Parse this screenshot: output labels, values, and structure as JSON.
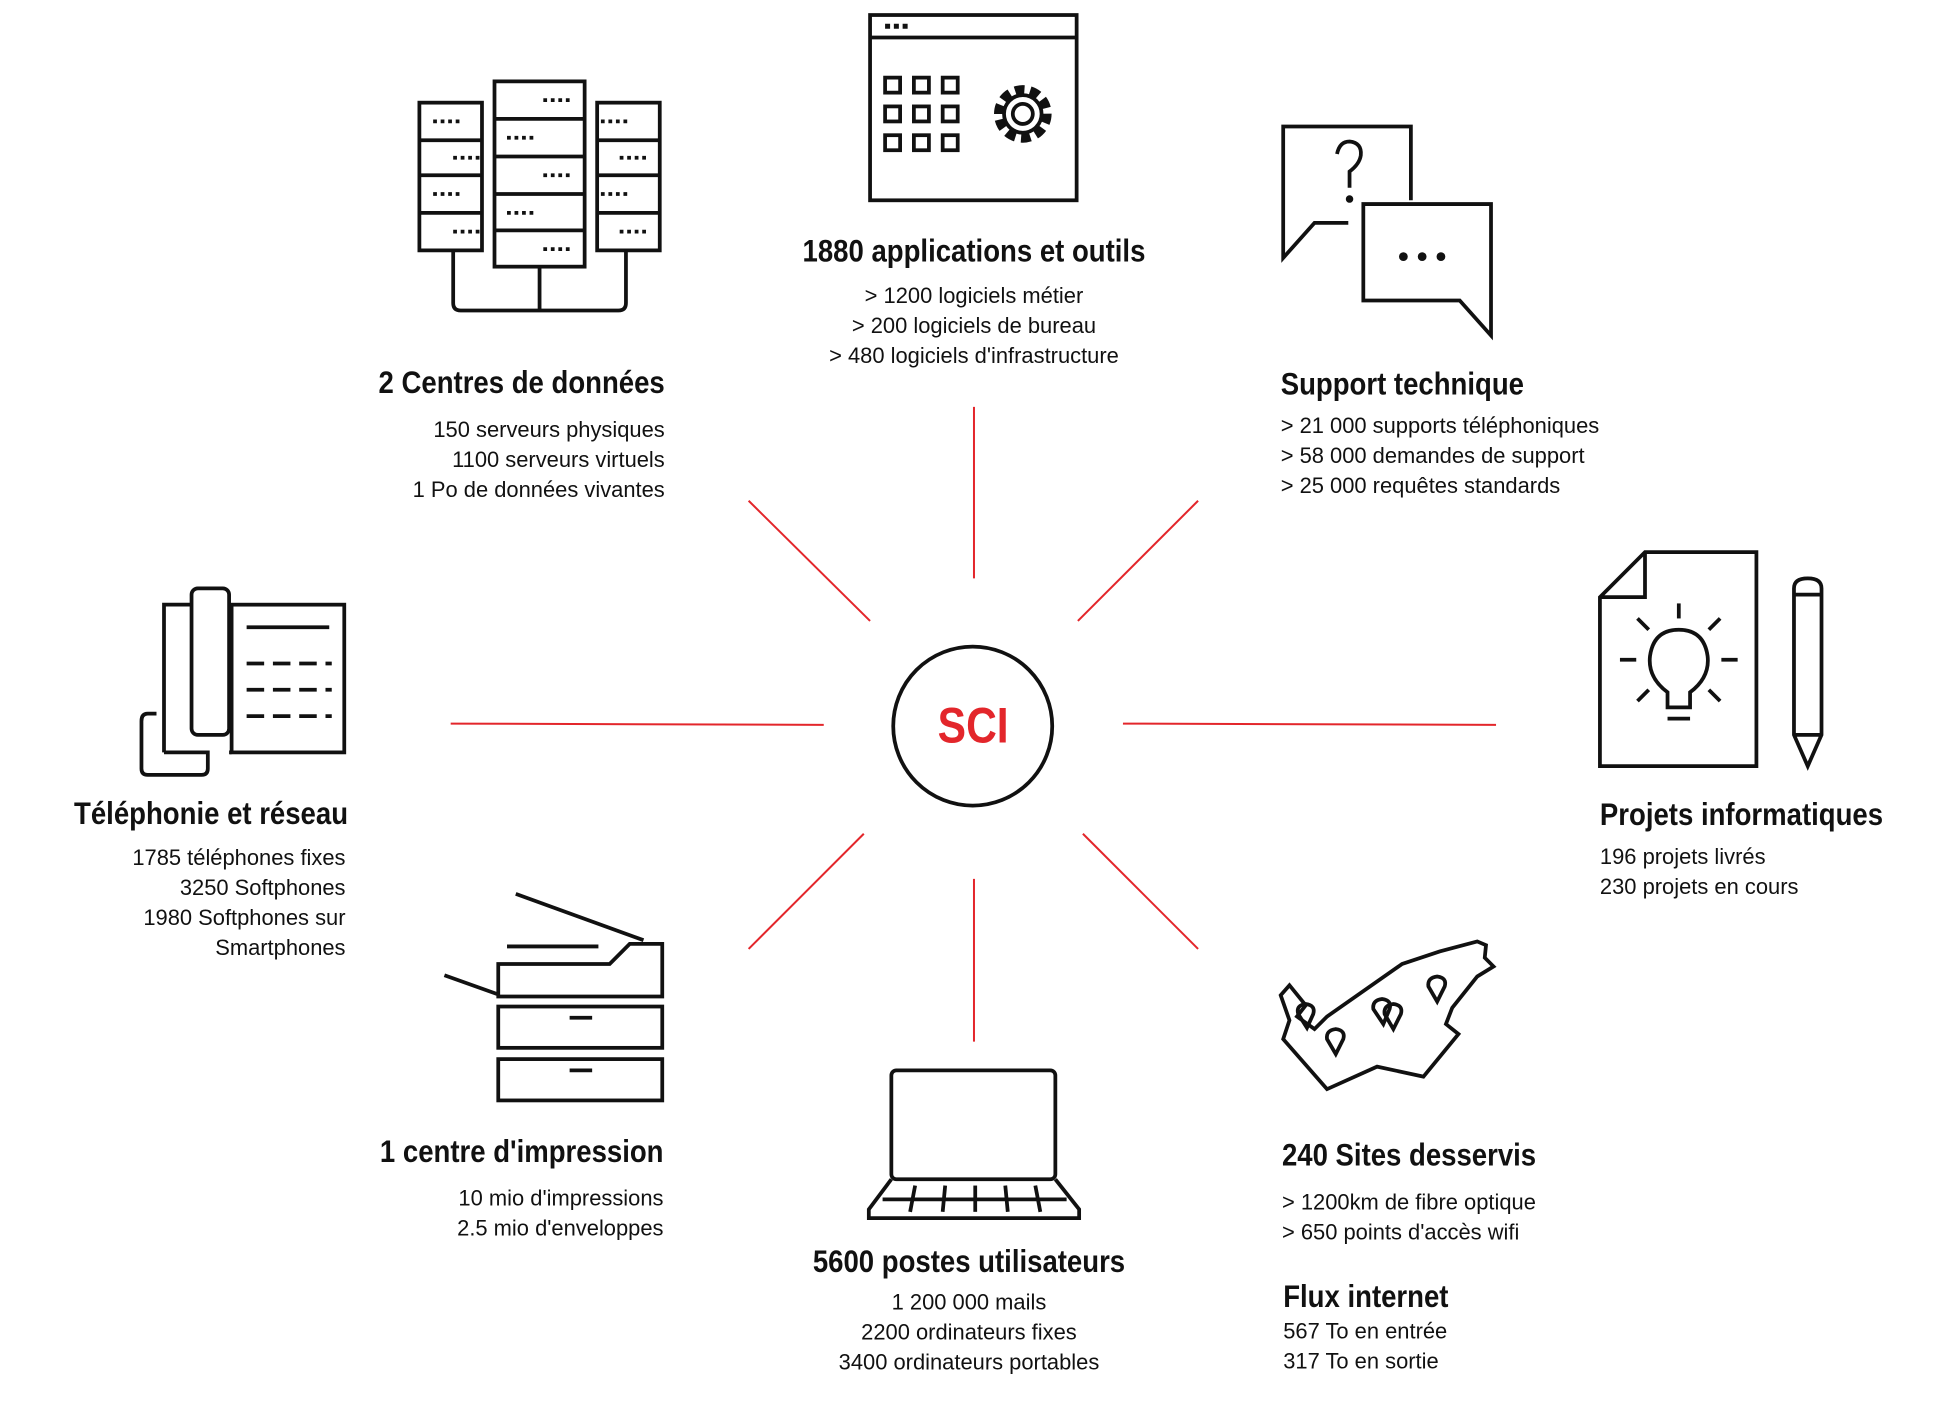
{
  "center": {
    "label": "SCI",
    "accent_color": "#e3262b"
  },
  "nodes": {
    "applications": {
      "title": "1880 applications et outils",
      "lines": [
        "> 1200 logiciels métier",
        "> 200 logiciels de bureau",
        "> 480 logiciels d'infrastructure"
      ],
      "icon": "app-window-gear-icon"
    },
    "datacenters": {
      "title": "2 Centres de données",
      "lines": [
        "150 serveurs physiques",
        "1100 serveurs virtuels",
        "1 Po de données vivantes"
      ],
      "icon": "server-racks-icon"
    },
    "support": {
      "title": "Support technique",
      "lines": [
        "> 21 000 supports téléphoniques",
        "> 58 000 demandes de support",
        "> 25 000 requêtes standards"
      ],
      "icon": "chat-bubbles-icon"
    },
    "telephony": {
      "title": "Téléphonie et réseau",
      "lines": [
        "1785 téléphones fixes",
        "3250 Softphones",
        "1980 Softphones sur",
        "Smartphones"
      ],
      "icon": "desk-phone-icon"
    },
    "projects": {
      "title": "Projets informatiques",
      "lines": [
        "196 projets livrés",
        "230 projets en cours"
      ],
      "icon": "idea-document-pencil-icon"
    },
    "printing": {
      "title": "1 centre d'impression",
      "lines": [
        "10 mio d'impressions",
        "2.5 mio d'enveloppes"
      ],
      "icon": "printer-icon"
    },
    "workstations": {
      "title": "5600 postes utilisateurs",
      "lines": [
        "1 200 000 mails",
        "2200 ordinateurs fixes",
        "3400 ordinateurs portables"
      ],
      "icon": "laptop-icon"
    },
    "sites": {
      "title": "240 Sites desservis",
      "lines": [
        "> 1200km de fibre optique",
        "> 650 points d'accès wifi"
      ],
      "icon": "map-pins-icon"
    },
    "internet": {
      "title": "Flux internet",
      "lines": [
        "567 To en entrée",
        "317 To en sortie"
      ]
    }
  }
}
